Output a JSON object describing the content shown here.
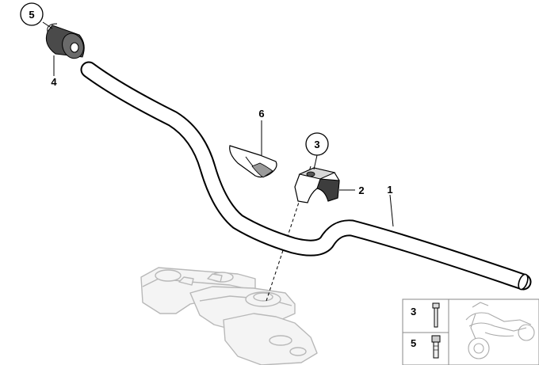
{
  "diagram": {
    "callouts": [
      {
        "id": "1",
        "circled": false
      },
      {
        "id": "2",
        "circled": false
      },
      {
        "id": "3",
        "circled": true
      },
      {
        "id": "4",
        "circled": false
      },
      {
        "id": "5",
        "circled": true
      },
      {
        "id": "6",
        "circled": false
      }
    ],
    "legend": [
      {
        "number": "3",
        "icon": "screw-short-icon"
      },
      {
        "number": "5",
        "icon": "screw-socket-icon"
      }
    ],
    "legend_picture": "motorcycle-thumbnail-icon",
    "colors": {
      "line": "#000000",
      "ghost": "#b8b8b8",
      "part_fill": "#e8e8e8",
      "part_dark": "#555555"
    }
  }
}
